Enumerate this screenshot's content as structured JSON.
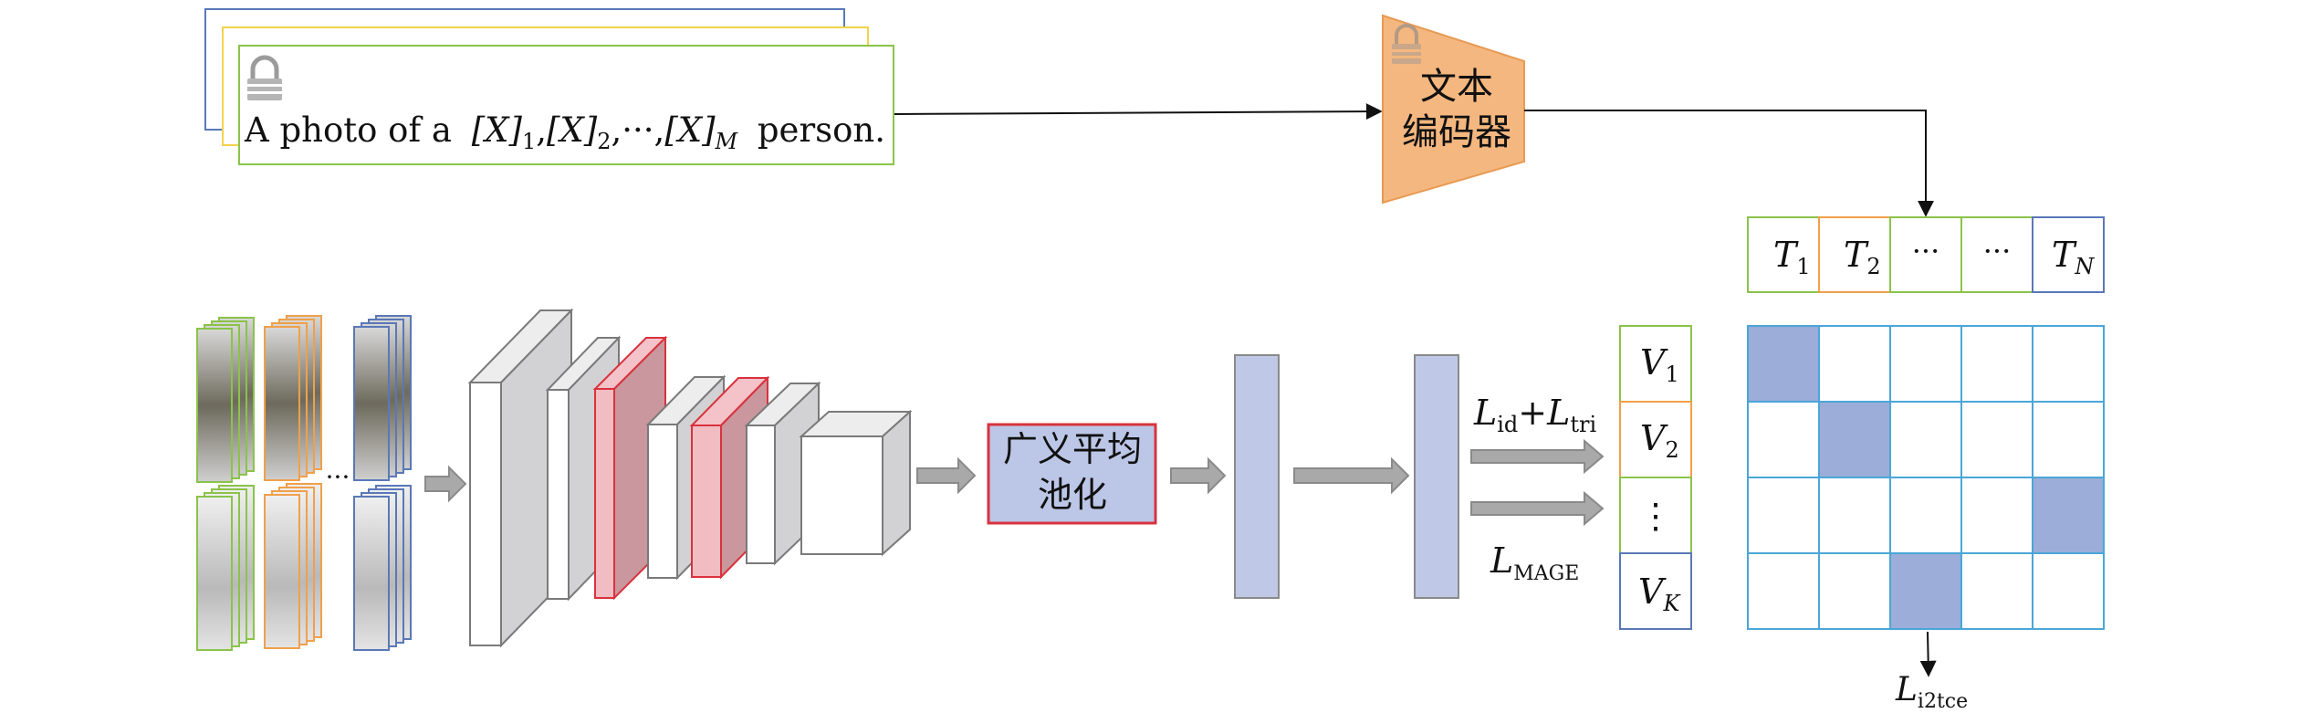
{
  "prompt": {
    "prefix": "A photo of a",
    "token1": "[X]",
    "sub1": "1",
    "sep1": ",",
    "token2": "[X]",
    "sub2": "2",
    "sep2": ",···,",
    "tokenM": "[X]",
    "subM": "M",
    "suffix": "person."
  },
  "text_encoder": {
    "line1": "文本",
    "line2": "编码器"
  },
  "pooling": {
    "line1": "广义平均",
    "line2": "池化"
  },
  "ellipsis": "···",
  "text_features": [
    {
      "base": "T",
      "sub": "1"
    },
    {
      "base": "T",
      "sub": "2"
    },
    {
      "base": "···",
      "sub": ""
    },
    {
      "base": "···",
      "sub": ""
    },
    {
      "base": "T",
      "sub": "N"
    }
  ],
  "image_features": [
    {
      "base": "V",
      "sub": "1"
    },
    {
      "base": "V",
      "sub": "2"
    },
    {
      "base": "⋮",
      "sub": ""
    },
    {
      "base": "V",
      "sub": "K"
    }
  ],
  "losses": {
    "id_base": "L",
    "id_sub": "id",
    "plus": "+",
    "tri_base": "L",
    "tri_sub": "tri",
    "mage_base": "L",
    "mage_sub": "MAGE",
    "i2tce_base": "L",
    "i2tce_sub": "i2tce"
  },
  "similarity_matrix": {
    "rows": 4,
    "cols": 5,
    "highlighted": [
      [
        0,
        0
      ],
      [
        1,
        1
      ],
      [
        2,
        4
      ],
      [
        3,
        2
      ]
    ]
  },
  "colors": {
    "encoder": "#f4b77f",
    "pooling_fill": "#bcc6e6",
    "pooling_border": "#d9323d",
    "feature_bar": "#bfc8e6",
    "matrix_line": "#4aa6d8",
    "matrix_highlight": "#9badd8",
    "green": "#8bc34a",
    "orange": "#f0a04b",
    "blue": "#5a78b8",
    "yellow": "#f2d34a"
  }
}
